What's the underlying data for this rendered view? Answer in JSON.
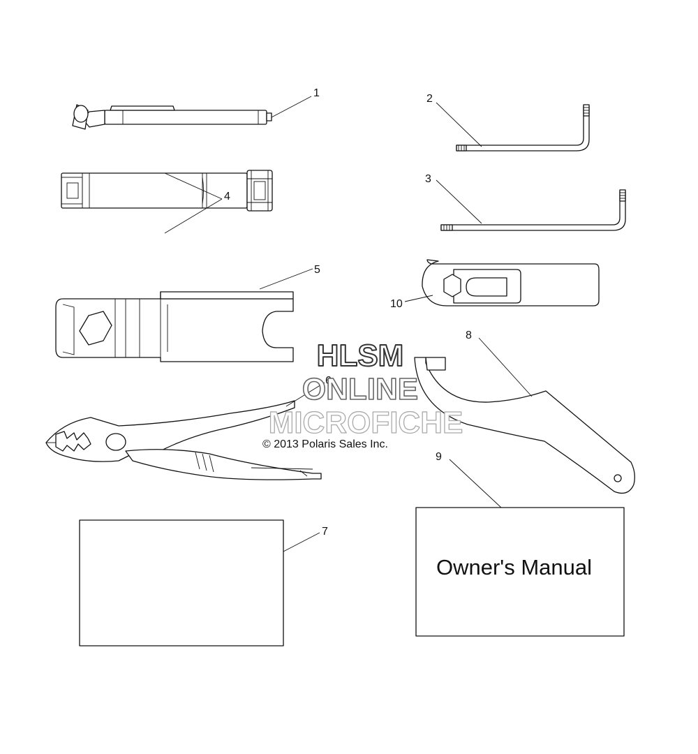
{
  "callouts": [
    {
      "id": "1",
      "label": "1"
    },
    {
      "id": "2",
      "label": "2"
    },
    {
      "id": "3",
      "label": "3"
    },
    {
      "id": "4",
      "label": "4"
    },
    {
      "id": "5",
      "label": "5"
    },
    {
      "id": "6",
      "label": "6"
    },
    {
      "id": "7",
      "label": "7"
    },
    {
      "id": "8",
      "label": "8"
    },
    {
      "id": "9",
      "label": "9"
    },
    {
      "id": "10",
      "label": "10"
    }
  ],
  "copyright": "© 2013 Polaris Sales Inc.",
  "manual_title": "Owner's Manual",
  "watermark": {
    "line1": "HLSM",
    "line2": "ONLINE",
    "line3": "MICROFICHE",
    "colors": {
      "line1": "#333333",
      "line2": "#666666",
      "line3": "#aaaaaa"
    }
  }
}
